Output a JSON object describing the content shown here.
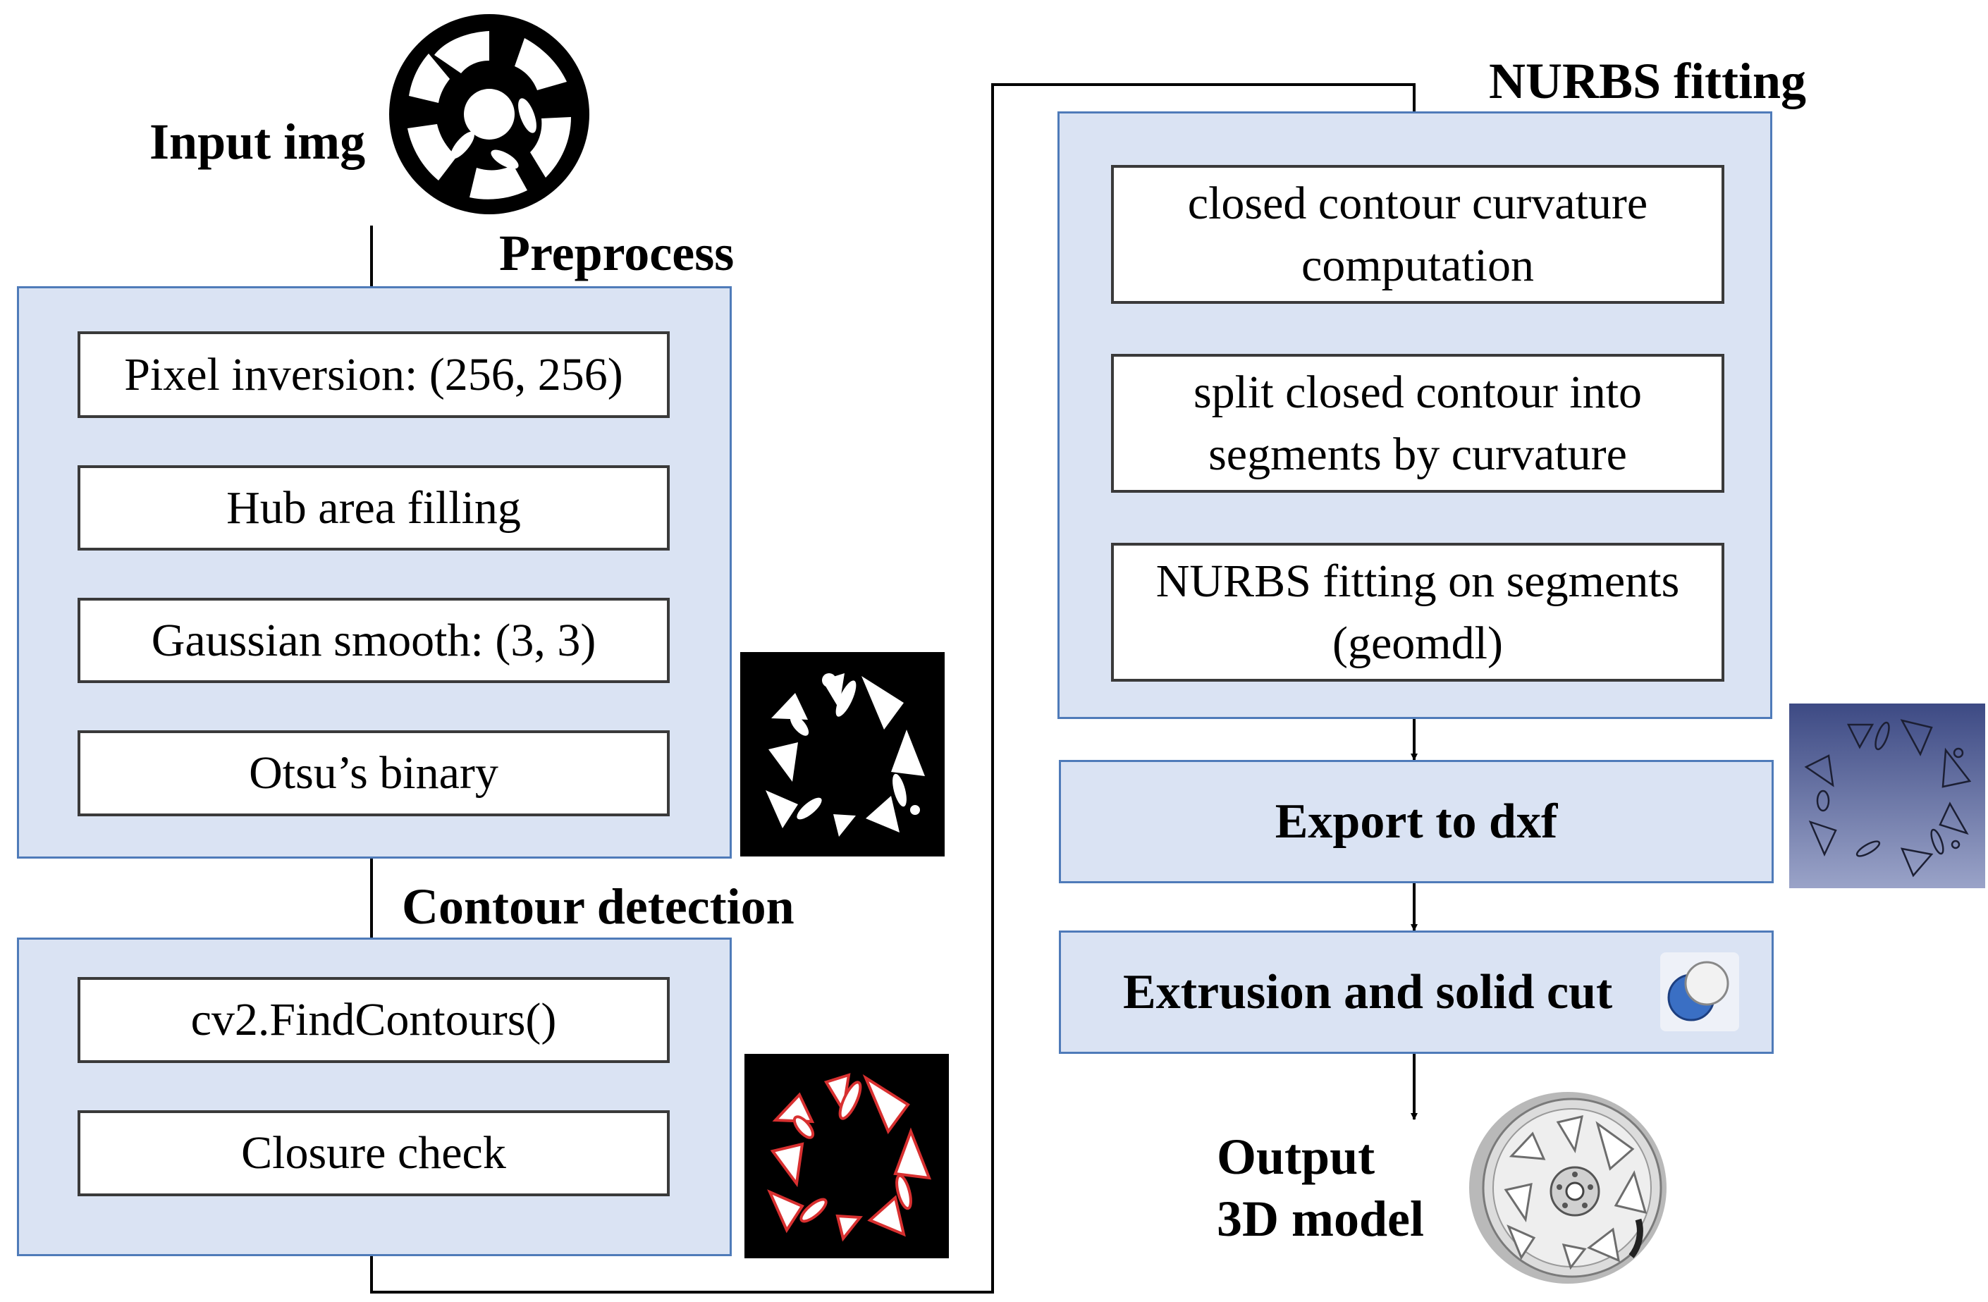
{
  "labels": {
    "input": "Input img",
    "preprocess": "Preprocess",
    "contour_detection": "Contour detection",
    "nurbs_fitting": "NURBS fitting",
    "output_line1": "Output",
    "output_line2": "3D model"
  },
  "preprocess_steps": [
    "Pixel inversion: (256, 256)",
    "Hub area filling",
    "Gaussian smooth: (3, 3)",
    "Otsu’s binary"
  ],
  "contour_steps": [
    "cv2.FindContours()",
    "Closure check"
  ],
  "nurbs_steps": [
    "closed contour curvature computation",
    "split closed contour into segments by curvature",
    "NURBS fitting on segments (geomdl)"
  ],
  "export_step": "Export to dxf",
  "extrusion_step": "Extrusion and solid cut",
  "colors": {
    "panel_fill": "#dae3f3",
    "panel_border": "#4f7bb9",
    "contour_red": "#d83030",
    "dxf_background": "#3d4a84"
  },
  "icons": {
    "input_image": "wheel-binary-image",
    "preprocess_result": "wheel-spokes-binary-image",
    "contour_result": "wheel-contours-red-image",
    "dxf_preview": "dxf-outline-preview-image",
    "solid_cut": "boolean-cut-icon",
    "output_model": "wheel-3d-model-image"
  }
}
